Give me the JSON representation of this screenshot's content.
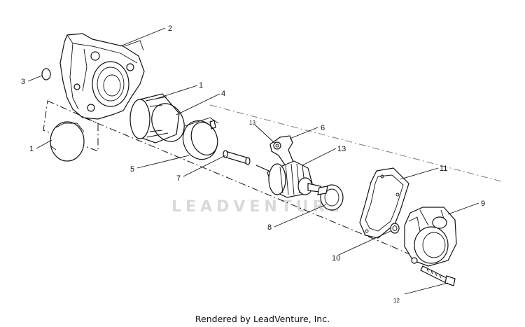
{
  "watermark": "LEADVENTURE",
  "footer": "Rendered by LeadVenture, Inc.",
  "callouts": [
    {
      "id": "c1a",
      "label": "1"
    },
    {
      "id": "c2",
      "label": "2"
    },
    {
      "id": "c3",
      "label": "3"
    },
    {
      "id": "c4",
      "label": "4"
    },
    {
      "id": "c1b",
      "label": "1"
    },
    {
      "id": "c5",
      "label": "5"
    },
    {
      "id": "c7",
      "label": "7"
    },
    {
      "id": "c13a",
      "label": "13"
    },
    {
      "id": "c6",
      "label": "6"
    },
    {
      "id": "c13b",
      "label": "13"
    },
    {
      "id": "c11",
      "label": "11"
    },
    {
      "id": "c9",
      "label": "9"
    },
    {
      "id": "c8",
      "label": "8"
    },
    {
      "id": "c10",
      "label": "10"
    },
    {
      "id": "c12",
      "label": "12"
    }
  ]
}
